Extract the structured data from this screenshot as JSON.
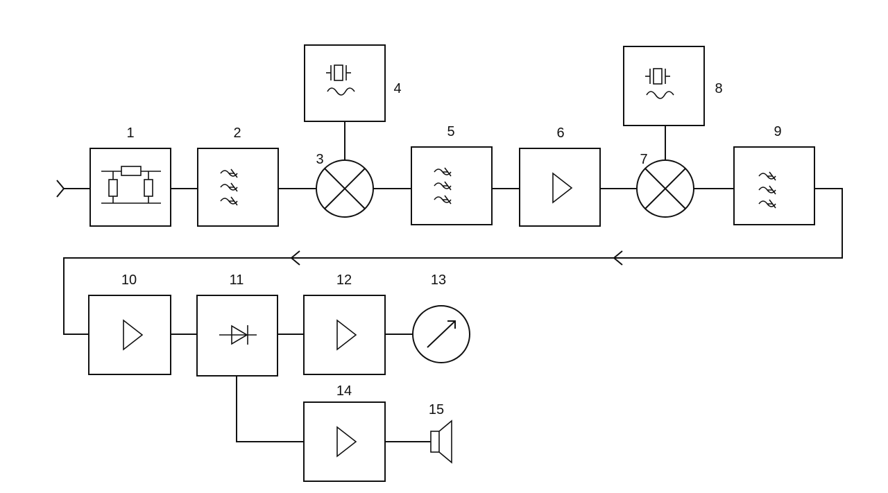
{
  "diagram": {
    "blocks": [
      {
        "id": "1",
        "label": "1",
        "symbol": "attenuator-icon"
      },
      {
        "id": "2",
        "label": "2",
        "symbol": "filter-icon"
      },
      {
        "id": "3",
        "label": "3",
        "symbol": "mixer-icon"
      },
      {
        "id": "4",
        "label": "4",
        "symbol": "crystal-oscillator-icon"
      },
      {
        "id": "5",
        "label": "5",
        "symbol": "filter-icon"
      },
      {
        "id": "6",
        "label": "6",
        "symbol": "amplifier-icon"
      },
      {
        "id": "7",
        "label": "7",
        "symbol": "mixer-icon"
      },
      {
        "id": "8",
        "label": "8",
        "symbol": "crystal-oscillator-icon"
      },
      {
        "id": "9",
        "label": "9",
        "symbol": "filter-icon"
      },
      {
        "id": "10",
        "label": "10",
        "symbol": "amplifier-icon"
      },
      {
        "id": "11",
        "label": "11",
        "symbol": "diode-detector-icon"
      },
      {
        "id": "12",
        "label": "12",
        "symbol": "amplifier-icon"
      },
      {
        "id": "13",
        "label": "13",
        "symbol": "meter-icon"
      },
      {
        "id": "14",
        "label": "14",
        "symbol": "amplifier-icon"
      },
      {
        "id": "15",
        "label": "15",
        "symbol": "speaker-icon"
      }
    ],
    "connections": [
      [
        "input",
        "1"
      ],
      [
        "1",
        "2"
      ],
      [
        "2",
        "3"
      ],
      [
        "4",
        "3"
      ],
      [
        "3",
        "5"
      ],
      [
        "5",
        "6"
      ],
      [
        "6",
        "7"
      ],
      [
        "8",
        "7"
      ],
      [
        "7",
        "9"
      ],
      [
        "9",
        "10"
      ],
      [
        "10",
        "11"
      ],
      [
        "11",
        "12"
      ],
      [
        "12",
        "13"
      ],
      [
        "11",
        "14"
      ],
      [
        "14",
        "15"
      ]
    ]
  }
}
